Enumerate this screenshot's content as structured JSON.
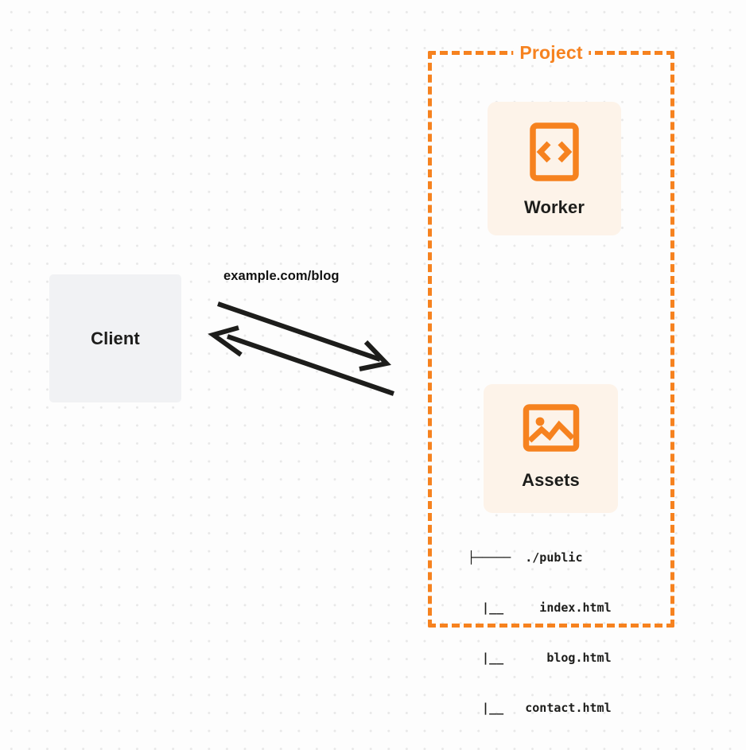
{
  "diagram": {
    "title": "Worker with static assets request flow",
    "background": {
      "color": "#fdfdfd",
      "dot_color": "#e8e8e8",
      "pattern": "dot-grid"
    },
    "colors": {
      "accent_orange": "#f6821f",
      "card_fill": "#fdf3e9",
      "client_fill": "#f1f2f4",
      "text_dark": "#1d1d1b",
      "arrow": "#1d1d1b"
    }
  },
  "client": {
    "label": "Client"
  },
  "edge": {
    "label": "example.com/blog",
    "request_direction": "client-to-project",
    "response_direction": "project-to-client"
  },
  "project": {
    "label": "Project",
    "border_style": "dashed",
    "nodes": [
      {
        "id": "worker",
        "label": "Worker",
        "icon": "code-brackets-icon"
      },
      {
        "id": "assets",
        "label": "Assets",
        "icon": "image-icon"
      }
    ]
  },
  "asset_tree": {
    "rows": [
      {
        "branch": "├─────",
        "name": "./public"
      },
      {
        "branch": "  |__ ",
        "name": "  index.html"
      },
      {
        "branch": "  |__ ",
        "name": "   blog.html"
      },
      {
        "branch": "  |__ ",
        "name": "contact.html"
      }
    ],
    "lines": [
      "├─────  ./public",
      "  |__     index.html",
      "  |__      blog.html",
      "  |__   contact.html"
    ]
  }
}
